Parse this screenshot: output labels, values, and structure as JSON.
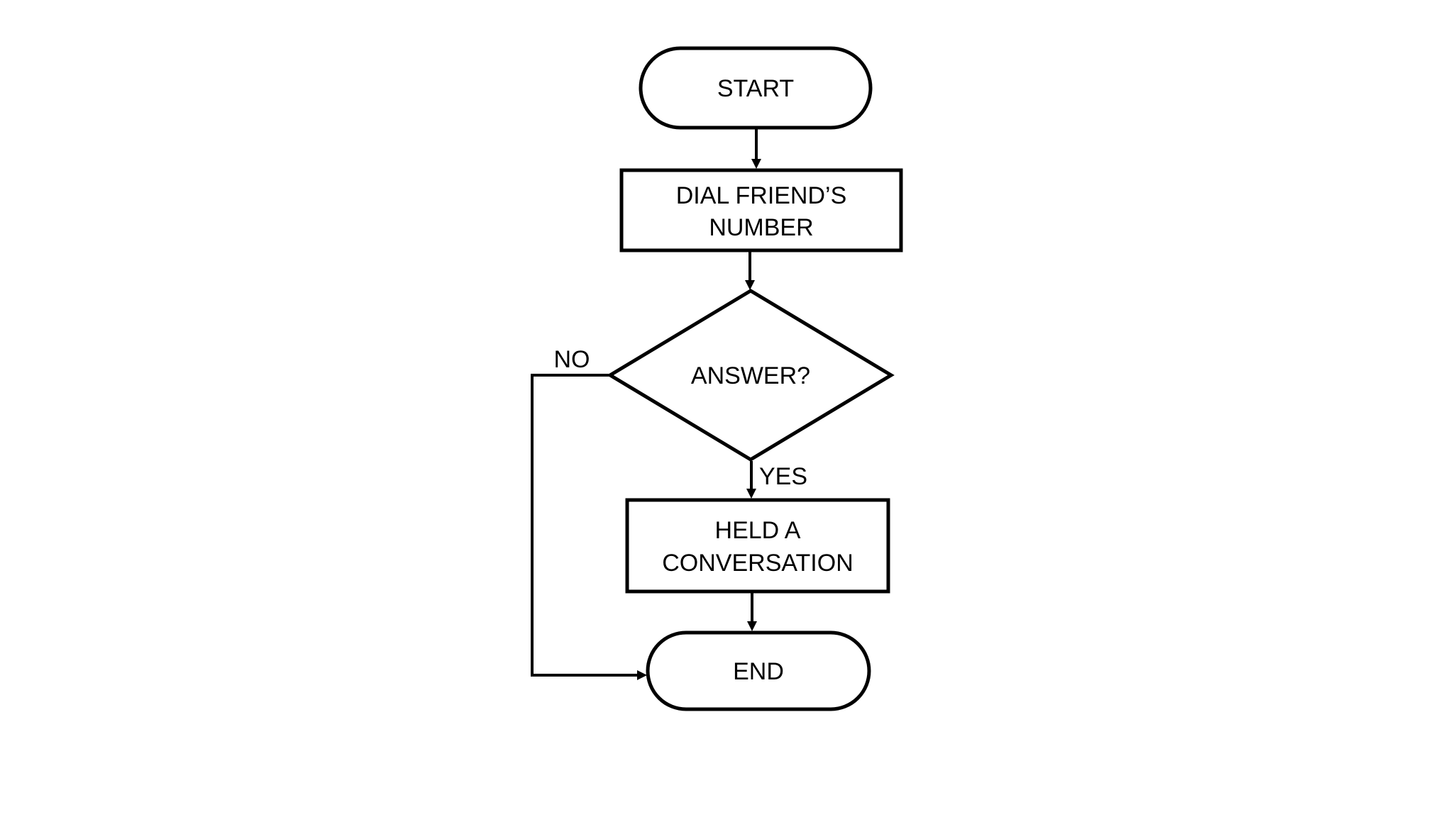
{
  "flowchart": {
    "start_label": "START",
    "dial_line1": "DIAL FRIEND’S",
    "dial_line2": "NUMBER",
    "decision_label": "ANSWER?",
    "no_label": "NO",
    "yes_label": "YES",
    "held_line1": "HELD A",
    "held_line2": "CONVERSATION",
    "end_label": "END"
  },
  "colors": {
    "background": "#ffffff",
    "stroke": "#000000",
    "text": "#000000"
  }
}
